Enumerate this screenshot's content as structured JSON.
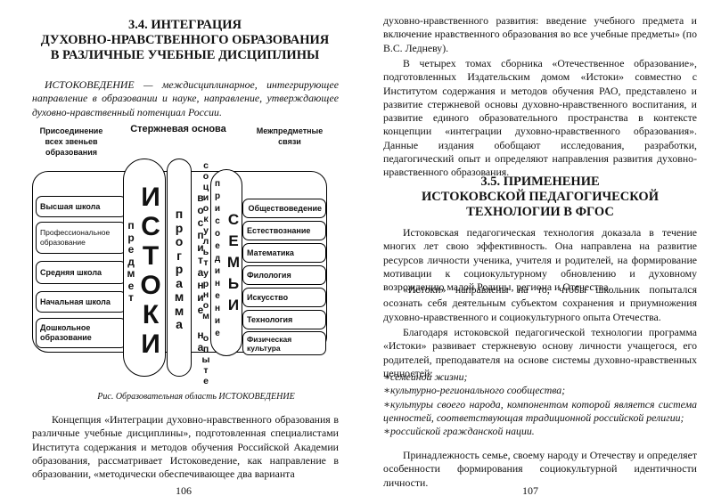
{
  "left_page": {
    "heading": [
      "3.4. ИНТЕГРАЦИЯ",
      "ДУХОВНО-НРАВСТВЕННОГО ОБРАЗОВАНИЯ",
      "В РАЗЛИЧНЫЕ УЧЕБНЫЕ ДИСЦИПЛИНЫ"
    ],
    "definition": "ИСТОКОВЕДЕНИЕ — междисциплинарное, интегрирующее направление в образовании и науке, направление, утверждающее духовно-нравственный потенциал России.",
    "diagram": {
      "col_left_header": "Присоединение всех звеньев образования",
      "col_center_header": "Стержневая основа",
      "col_right_header": "Межпредметные связи",
      "left_items": [
        "Высшая школа",
        "Профессиональное образование",
        "Средняя школа",
        "Начальная школа",
        "Дошкольное образование"
      ],
      "right_items": [
        "Обществоведение",
        "Естествознание",
        "Математика",
        "Филология",
        "Искусство",
        "Технология",
        "Физическая культура"
      ],
      "word_predmet": "предмет",
      "word_istoki": "ИСТОКИ",
      "word_programma": "программа",
      "word_vospitanie": "воспитание на",
      "word_sociocultural": "социокультурном опыте",
      "word_semi": "СЕМЬИ",
      "word_prisoedinenie": "присоединение"
    },
    "caption": "Рис. Образовательная область ИСТОКОВЕДЕНИЕ",
    "body": "Концепция «Интеграции духовно-нравственного образования в различные учебные дисциплины», подготовленная специалистами Института содержания и методов обучения Российской Академии образования, рассматривает Истоковедение, как направление в образовании, «методически обеспечивающее два варианта",
    "page_number": "106"
  },
  "right_page": {
    "para1": "духовно-нравственного развития: введение учебного предмета и включение нравственного образования во все учебные предметы» (по В.С. Ледневу).",
    "para2": "В четырех томах сборника «Отечественное образование», подготовленных Издательским домом «Истоки» совместно с Институтом содержания и методов обучения РАО, представлено и развитие стержневой основы духовно-нравственного воспитания, и развитие единого образовательного пространства в контексте концепции «интеграции духовно-нравственного образования». Данные издания обобщают исследования, разработки, педагогический опыт и определяют направления развития духовно-нравственного образования.",
    "heading": [
      "3.5. ПРИМЕНЕНИЕ",
      "ИСТОКОВСКОЙ ПЕДАГОГИЧЕСКОЙ",
      "ТЕХНОЛОГИИ В ФГОС"
    ],
    "para3": "Истоковская педагогическая технология доказала в течение многих лет свою эффективность. Она направлена на развитие ресурсов личности ученика, учителя и родителей, на формирование мотивации к социокультурному обновлению и духовному возрождению малой Родины, региона и Отечества.",
    "para4": "«Истоки» направлены на то, чтобы школьник попытался осознать себя деятельным субъектом сохранения и приумножения духовно-нравственного и социокультурного опыта Отечества.",
    "para5": "Благодаря истоковской педагогической технологии программа «Истоки» развивает стержневую основу личности учащегося, его родителей, преподавателя на основе системы духовно-нравственных ценностей:",
    "bullets": [
      "семейной жизни;",
      "культурно-регионального сообщества;",
      "культуры своего народа, компонентом которой является система ценностей, соответствующая традиционной российской религии;",
      "российской гражданской нации."
    ],
    "para6": "Принадлежность семье, своему народу и Отечеству и определяет особенности формирования социокультурной идентичности личности.",
    "page_number": "107"
  }
}
